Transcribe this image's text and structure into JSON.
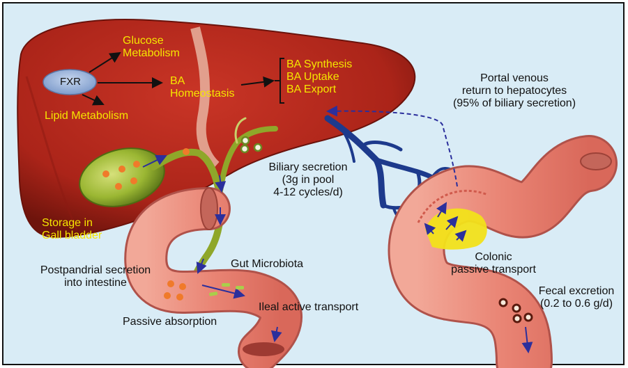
{
  "diagram": {
    "fxr": "FXR",
    "glucose": [
      "Glucose",
      "Metabolism"
    ],
    "ba_homeostasis": [
      "BA",
      "Homeostasis"
    ],
    "lipid": "Lipid Metabolism",
    "ba_functions": [
      "BA Synthesis",
      "BA Uptake",
      "BA Export"
    ],
    "portal": [
      "Portal venous",
      "return to hepatocytes",
      "(95% of biliary secretion)"
    ],
    "biliary": [
      "Biliary secretion",
      "(3g in pool",
      "4-12 cycles/d)"
    ],
    "storage": [
      "Storage in",
      "Gall bladder"
    ],
    "postprandial": [
      "Postpandrial secretion",
      "into intestine"
    ],
    "gut": "Gut Microbiota",
    "colonic": [
      "Colonic",
      "passive transport"
    ],
    "fecal": [
      "Fecal excretion",
      "(0.2 to 0.6 g/d)"
    ],
    "ileal": "Ileal active transport",
    "passive": "Passive absorption"
  },
  "colors": {
    "background": "#d9ecf6",
    "liver": "#b8271c",
    "liver_dark": "#7e1710",
    "gallbladder": "#9fbf3a",
    "intestine": "#e98b7a",
    "vein": "#1d3a8c",
    "label_yellow": "#f5e600",
    "fxr_oval": "#9db6dc",
    "bile_acid_dot": "#f07a2a"
  }
}
